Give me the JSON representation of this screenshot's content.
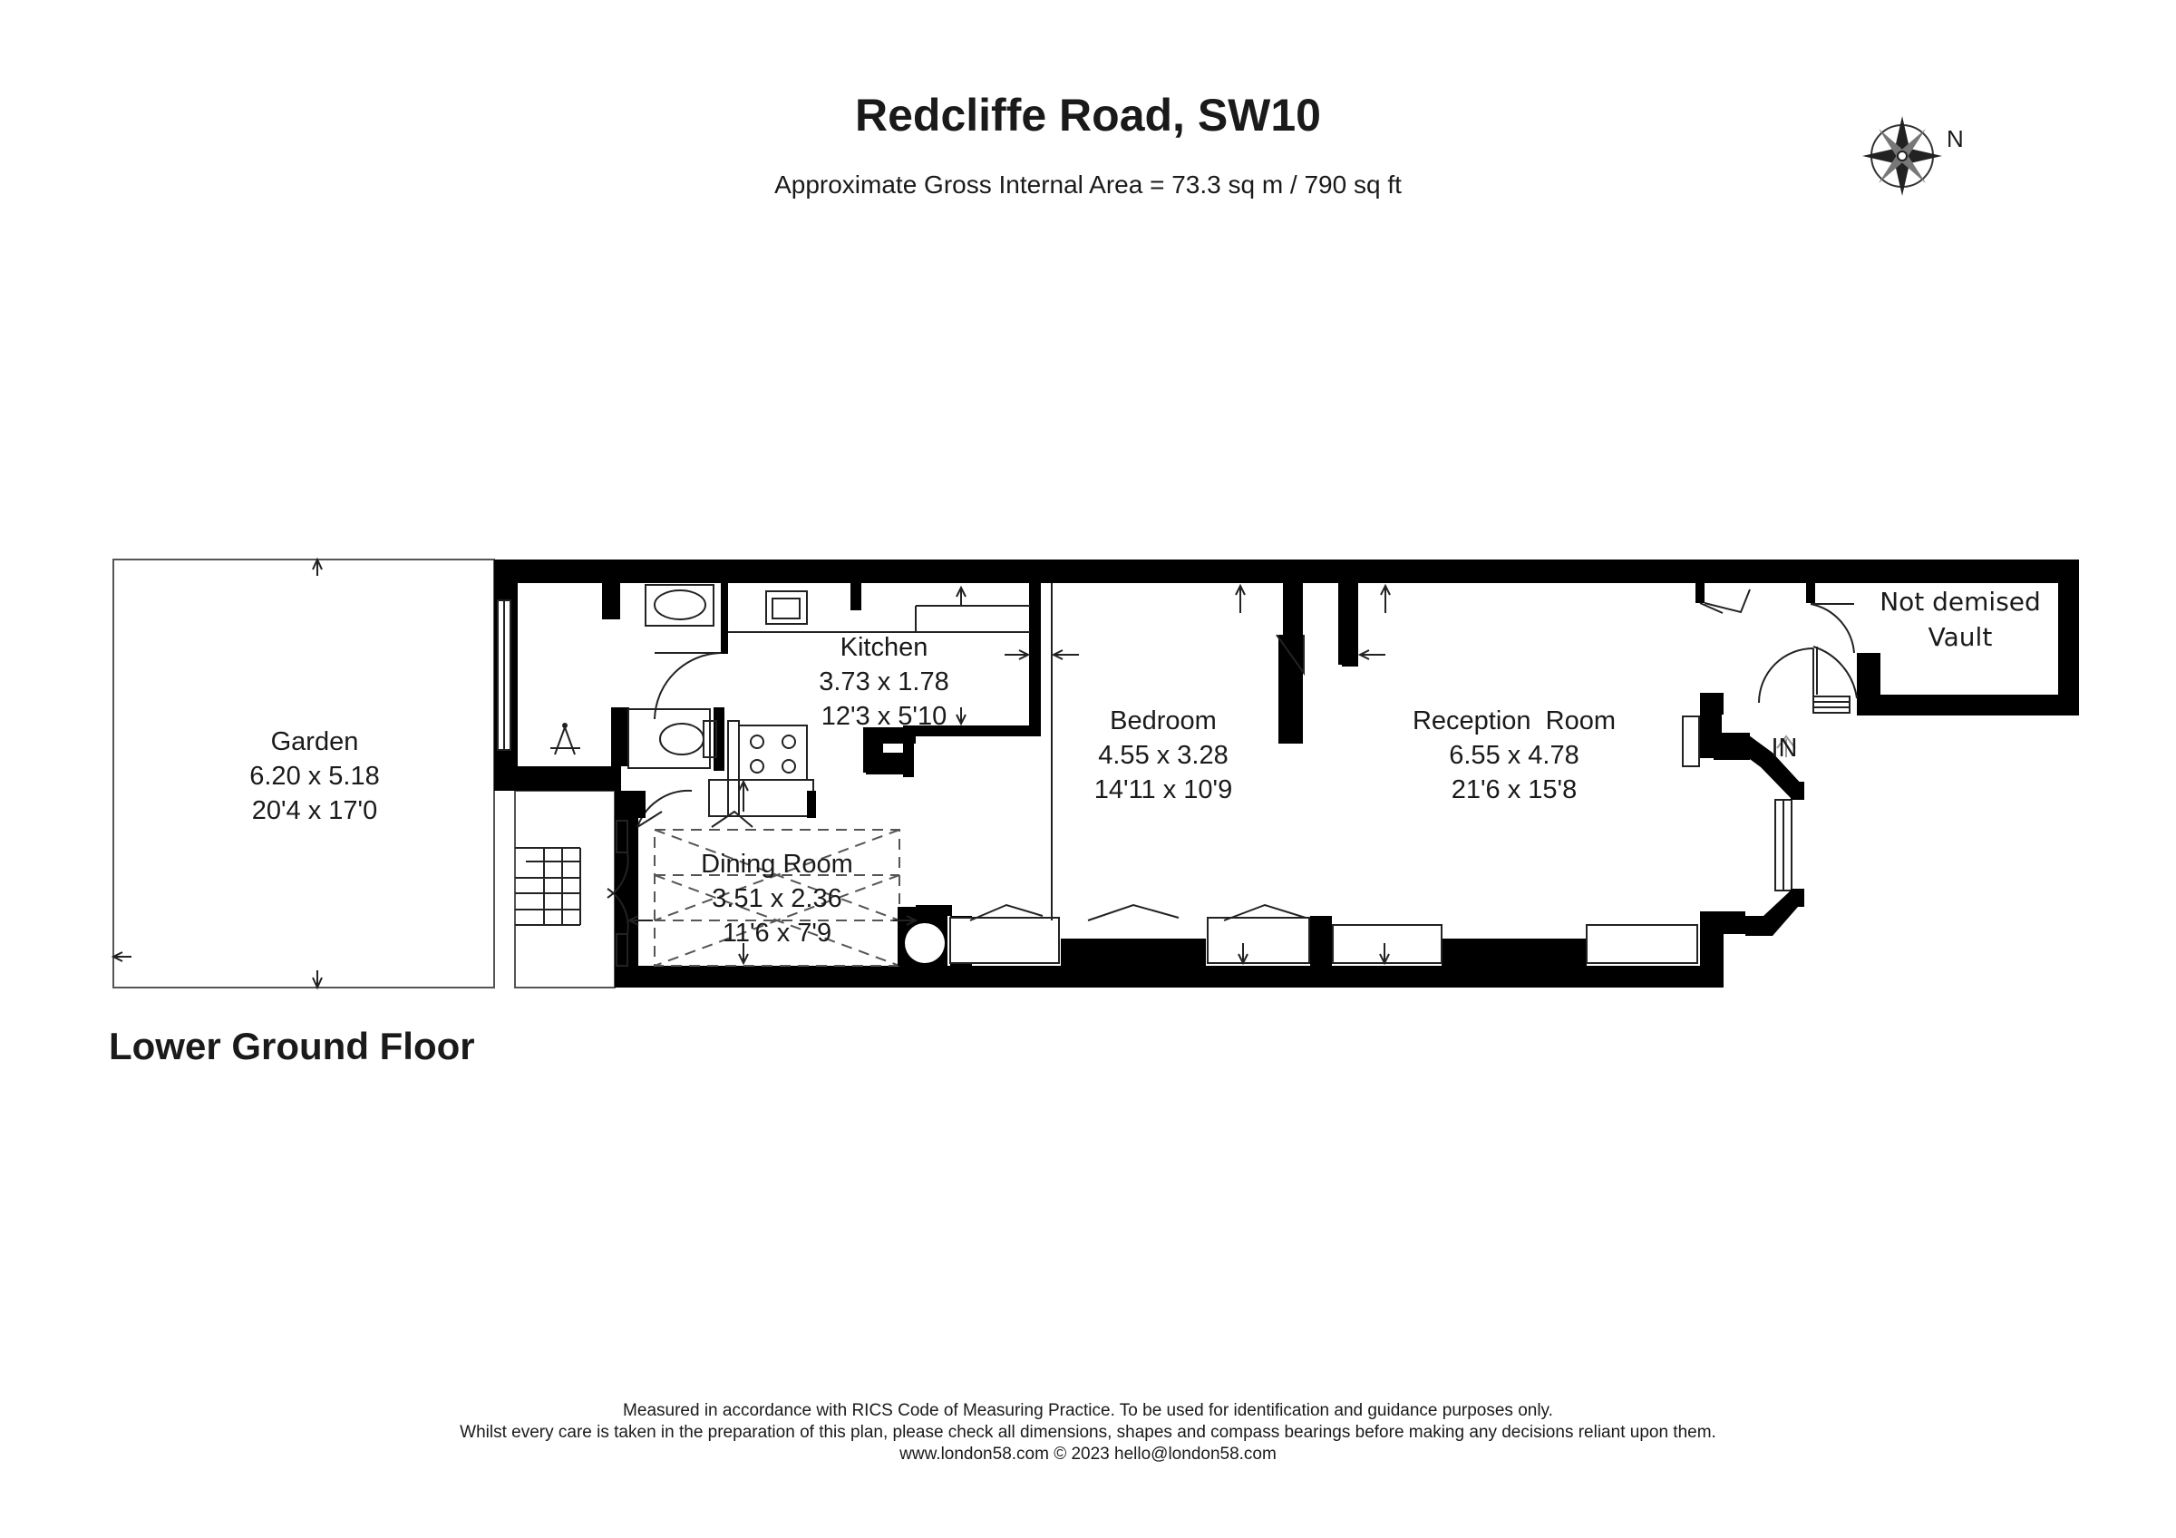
{
  "header": {
    "title": "Redcliffe Road, SW10",
    "subtitle": "Approximate Gross Internal Area = 73.3 sq m / 790 sq ft",
    "compass_label": "N"
  },
  "floor": {
    "name": "Lower Ground Floor",
    "entrance_label": "IN"
  },
  "rooms": {
    "garden": {
      "name": "Garden",
      "metric": "6.20 x 5.18",
      "imperial": "20'4 x 17'0"
    },
    "kitchen": {
      "name": "Kitchen",
      "metric": "3.73 x 1.78",
      "imperial": "12'3 x 5'10"
    },
    "bedroom": {
      "name": "Bedroom",
      "metric": "4.55 x 3.28",
      "imperial": "14'11 x 10'9"
    },
    "reception": {
      "name": "Reception  Room",
      "metric": "6.55 x 4.78",
      "imperial": "21'6 x 15'8"
    },
    "dining": {
      "name": "Dining Room",
      "metric": "3.51 x 2.36",
      "imperial": "11'6 x 7'9"
    },
    "vault": {
      "line1": "Not demised",
      "line2": "Vault"
    }
  },
  "footer": {
    "line1": "Measured in accordance with RICS Code of Measuring Practice. To be used for identification and guidance purposes only.",
    "line2": "Whilst every care is taken in the preparation of this plan, please check all dimensions, shapes and compass bearings before making any decisions reliant upon them.",
    "line3": "www.london58.com © 2023 hello@london58.com"
  }
}
